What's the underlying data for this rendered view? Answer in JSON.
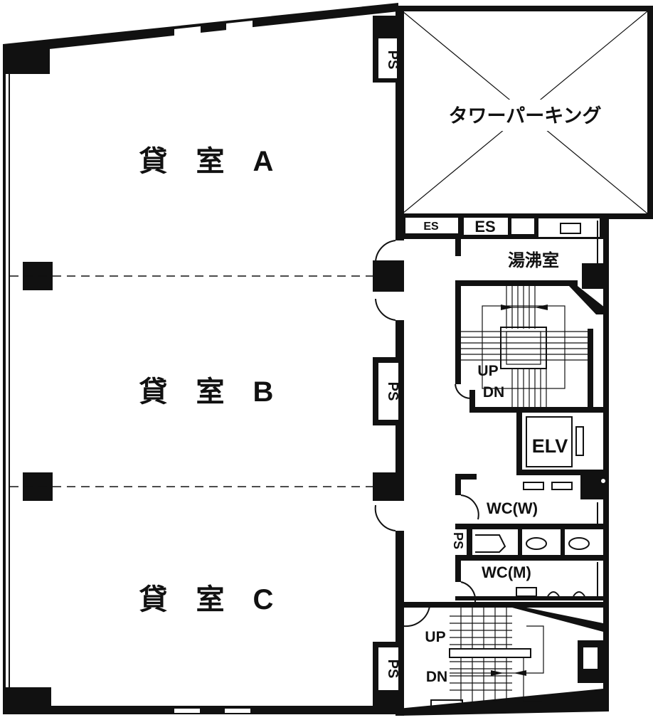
{
  "rooms": {
    "room_a": "貸　室　A",
    "room_b": "貸　室　B",
    "room_c": "貸　室　C"
  },
  "labels": {
    "tower_parking": "タワーパーキング",
    "ps": "PS",
    "es": "ES",
    "kitchenette": "湯沸室",
    "up": "UP",
    "dn": "DN",
    "elv": "ELV",
    "wc_women": "WC(W)",
    "wc_men": "WC(M)"
  },
  "colors": {
    "wall": "#111111",
    "background": "#ffffff"
  }
}
